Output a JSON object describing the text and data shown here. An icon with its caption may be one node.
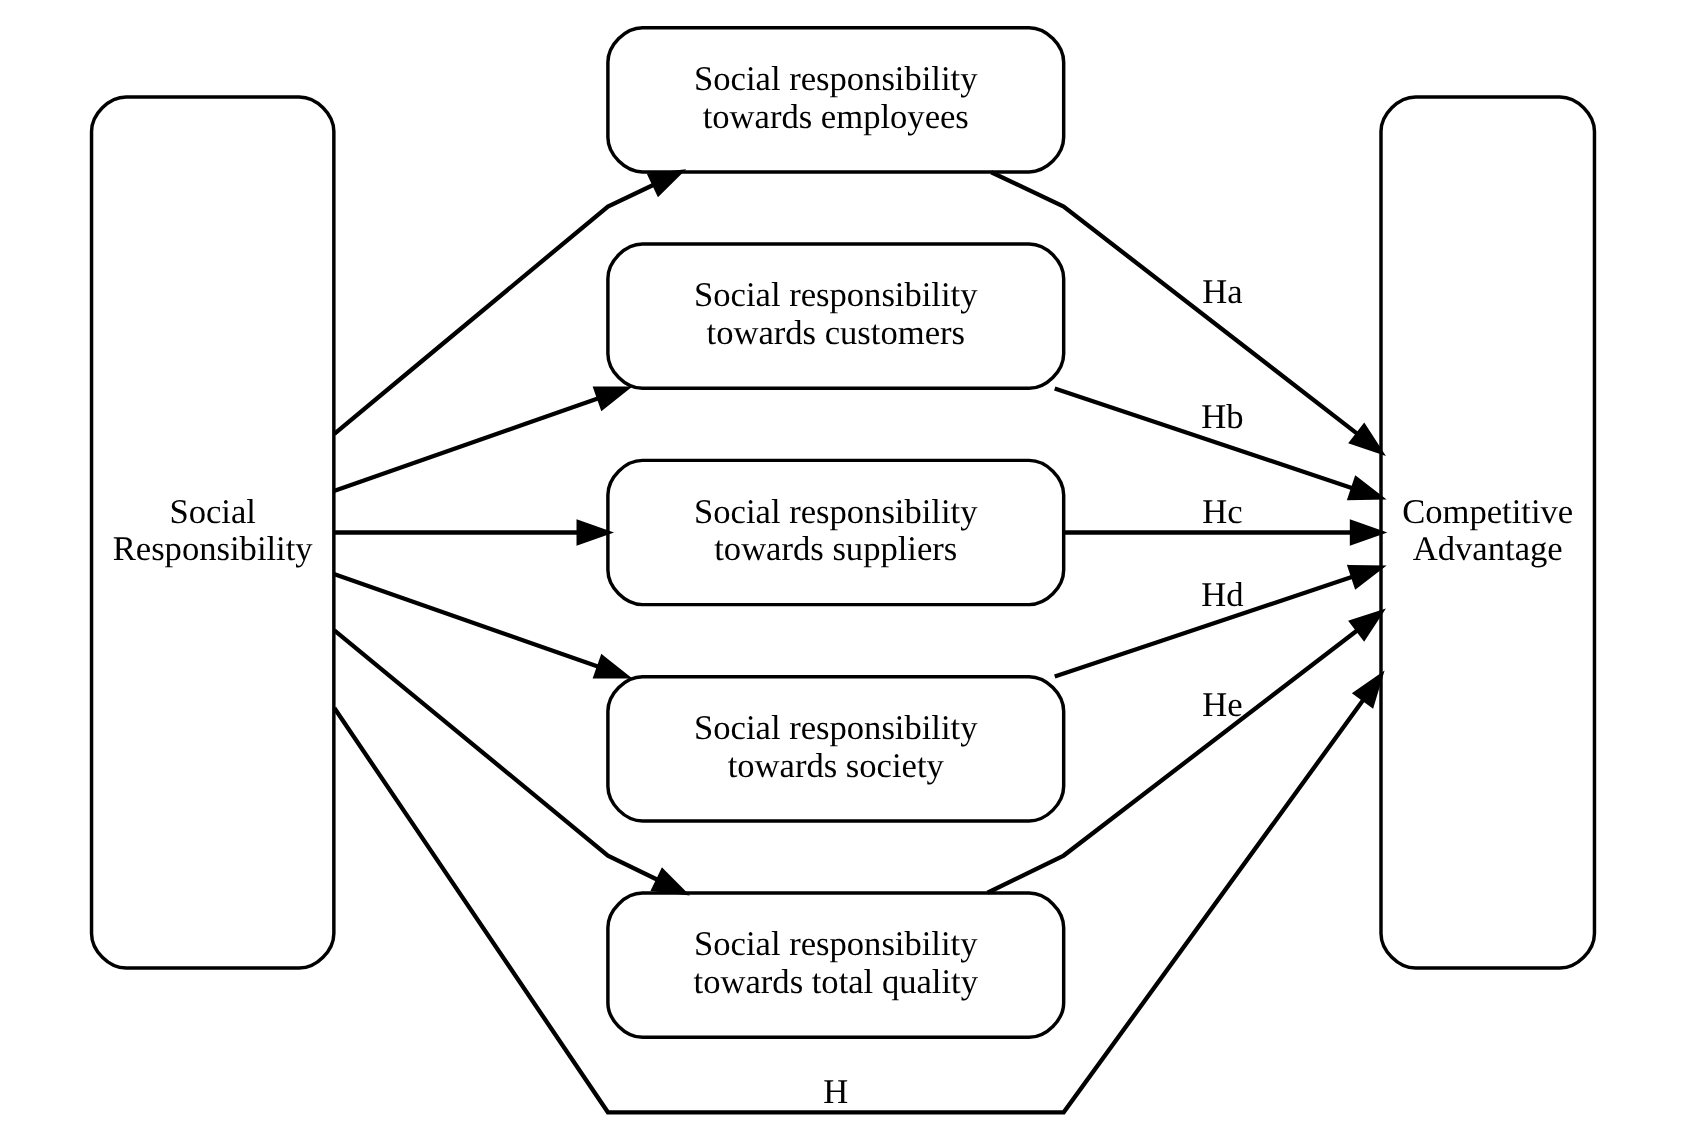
{
  "diagram": {
    "nodes": [
      {
        "text": [
          "Social Responsibility"
        ]
      },
      {
        "text": [
          "Social responsibility towards employees"
        ]
      },
      {
        "text": [
          "Social responsibility towards customers"
        ]
      },
      {
        "text": [
          "Social responsibility towards suppliers"
        ]
      },
      {
        "text": [
          "Social responsibility towards society"
        ]
      },
      {
        "text": [
          "Social responsibility towards total quality"
        ]
      },
      {
        "text": [
          "Competitive Advantage"
        ]
      }
    ],
    "edges": [
      {
        "from": 0,
        "to": 1,
        "arrow": "to"
      },
      {
        "from": 0,
        "to": 2,
        "arrow": "to"
      },
      {
        "from": 0,
        "to": 3,
        "arrow": "to"
      },
      {
        "from": 0,
        "to": 4,
        "arrow": "to"
      },
      {
        "from": 0,
        "to": 5,
        "arrow": "to"
      },
      {
        "from": 1,
        "to": 6,
        "arrow": "to",
        "label": "Ha"
      },
      {
        "from": 2,
        "to": 6,
        "arrow": "to",
        "label": "Hb"
      },
      {
        "from": 3,
        "to": 6,
        "arrow": "to",
        "label": "Hc"
      },
      {
        "from": 4,
        "to": 6,
        "arrow": "to",
        "label": "Hd"
      },
      {
        "from": 5,
        "to": 6,
        "arrow": "to",
        "label": "He"
      },
      {
        "from": 0,
        "to": 6,
        "arrow": "to",
        "label": "H"
      }
    ]
  }
}
